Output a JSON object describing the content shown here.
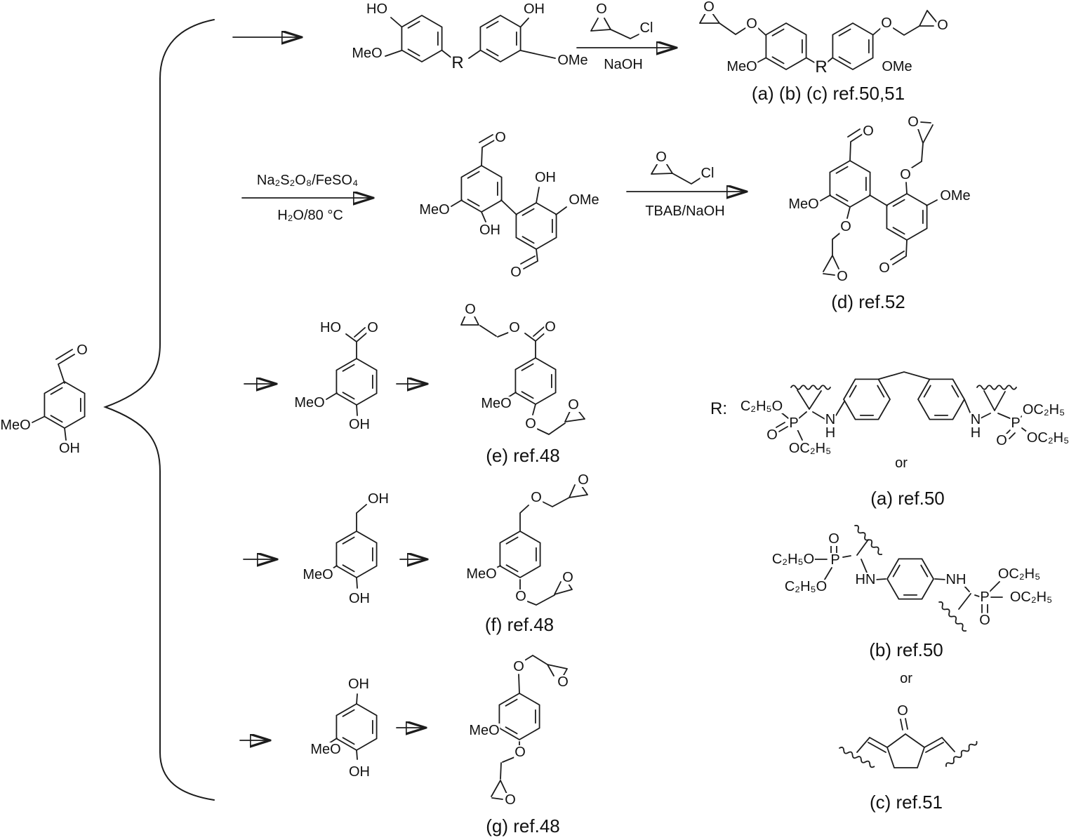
{
  "atoms": {
    "ho": "HO",
    "oh": "OH",
    "meo": "MeO",
    "ome": "OMe",
    "o": "O",
    "cl": "Cl",
    "r": "R",
    "r_colon": "R:",
    "n": "N",
    "h": "H",
    "nh": "NH",
    "hn": "HN",
    "p": "P",
    "c2h5o": "C₂H₅O",
    "oc2h5": "OC₂H₅"
  },
  "reagents": {
    "naoh": "NaOH",
    "persulfate_iron": "Na₂S₂O₈/FeSO₄",
    "water_80c": "H₂O/80 °C",
    "tbab_naoh": "TBAB/NaOH"
  },
  "captions": {
    "abc": "(a) (b) (c) ref.50,51",
    "d": "(d) ref.52",
    "e": "(e) ref.48",
    "f": "(f) ref.48",
    "g": "(g) ref.48",
    "a50": "(a) ref.50",
    "b50": "(b) ref.50",
    "c51": "(c) ref.51",
    "or": "or"
  },
  "colors": {
    "line": "#1c1c1c",
    "background": "#ffffff",
    "text": "#111111"
  }
}
